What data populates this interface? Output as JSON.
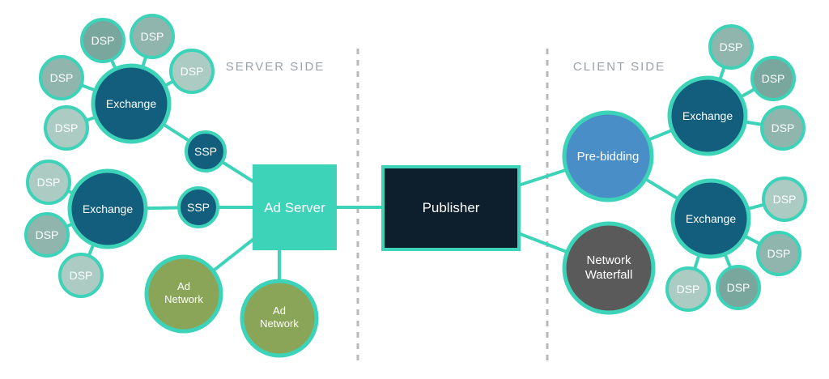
{
  "sections": {
    "server": "SERVER SIDE",
    "client": "CLIENT SIDE"
  },
  "labels": {
    "dsp": "DSP",
    "ssp": "SSP",
    "exchange": "Exchange",
    "ad_server": "Ad Server",
    "publisher": "Publisher",
    "pre_bidding": "Pre-bidding",
    "ad_network_line1": "Ad",
    "ad_network_line2": "Network",
    "network_waterfall_line1": "Network",
    "network_waterfall_line2": "Waterfall"
  },
  "colors": {
    "accent": "#3cd3b8",
    "line": "#3cd3b8",
    "exchange_fill": "#125e7c",
    "ssp_fill": "#125e7c",
    "dsp_fill_dark": "#7aa79d",
    "dsp_fill_mid": "#8fb5ac",
    "dsp_fill_light": "#abcbc3",
    "ad_network_fill": "#8aa558",
    "publisher_fill": "#0d1e2c",
    "pre_bidding_fill": "#4a8ec8",
    "waterfall_fill": "#5a5a5a",
    "divider": "#b9b9b9",
    "section_label": "#9aa3a8"
  }
}
